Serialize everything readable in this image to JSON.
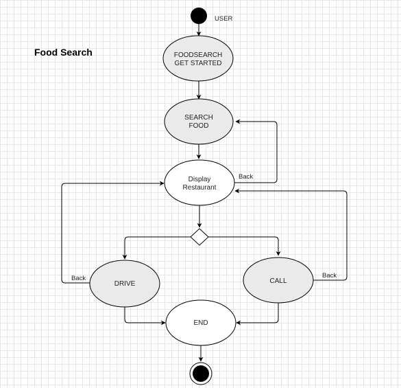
{
  "diagram": {
    "title": "Food Search",
    "start_label": "USER",
    "colors": {
      "state_fill": "#eaeaea",
      "end_fill": "#ffffff",
      "stroke": "#000000"
    },
    "nodes": {
      "foodsearch": {
        "line1": "FOODSEARCH",
        "line2": "GET STARTED"
      },
      "search_food": {
        "line1": "SEARCH",
        "line2": "FOOD"
      },
      "display_restaurant": {
        "line1": "Display",
        "line2": "Restaurant"
      },
      "drive": {
        "label": "DRIVE"
      },
      "call": {
        "label": "CALL"
      },
      "end": {
        "label": "END"
      }
    },
    "edges": {
      "back_display_to_search": "Back",
      "back_drive_to_display": "Back",
      "back_call_to_display": "Back"
    }
  }
}
